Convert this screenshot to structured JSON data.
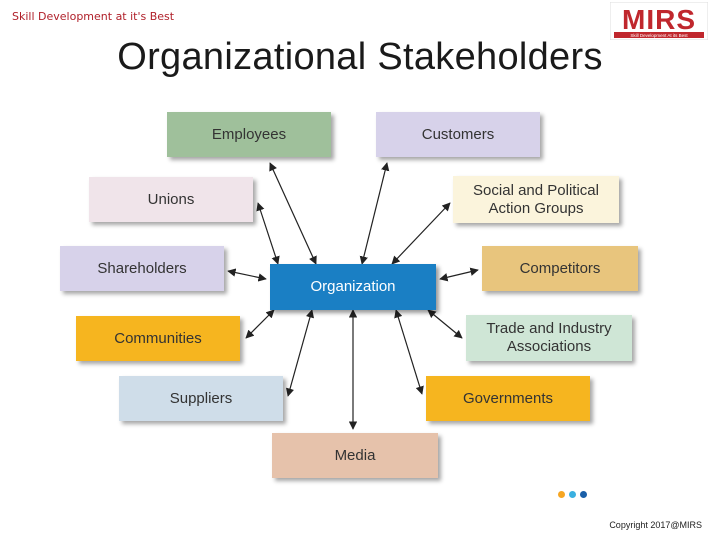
{
  "header": {
    "tagline": "Skill Development at it's Best",
    "logo_text": "MIRS",
    "logo_subtext": "Skill Development At its Best",
    "brand_color": "#c0272d"
  },
  "slide": {
    "title": "Organizational Stakeholders",
    "copyright": "Copyright 2017@MIRS"
  },
  "diagram": {
    "center": {
      "label": "Organization",
      "color": "#1a7fc4"
    },
    "stakeholders": [
      {
        "id": "employees",
        "label": "Employees",
        "color": "#9fc09b"
      },
      {
        "id": "customers",
        "label": "Customers",
        "color": "#d7d2ea"
      },
      {
        "id": "unions",
        "label": "Unions",
        "color": "#f0e4ea"
      },
      {
        "id": "social",
        "label": "Social and Political\nAction Groups",
        "color": "#fbf4dc"
      },
      {
        "id": "shareholders",
        "label": "Shareholders",
        "color": "#d7d2ea"
      },
      {
        "id": "competitors",
        "label": "Competitors",
        "color": "#e8c57d"
      },
      {
        "id": "communities",
        "label": "Communities",
        "color": "#f6b51f"
      },
      {
        "id": "trade",
        "label": "Trade and Industry\nAssociations",
        "color": "#cfe6d6"
      },
      {
        "id": "suppliers",
        "label": "Suppliers",
        "color": "#cfdde9"
      },
      {
        "id": "governments",
        "label": "Governments",
        "color": "#f6b51f"
      },
      {
        "id": "media",
        "label": "Media",
        "color": "#e6c2ab"
      }
    ]
  },
  "dots_colors": [
    "#f6a623",
    "#3ab0e0",
    "#1a5fa8"
  ]
}
